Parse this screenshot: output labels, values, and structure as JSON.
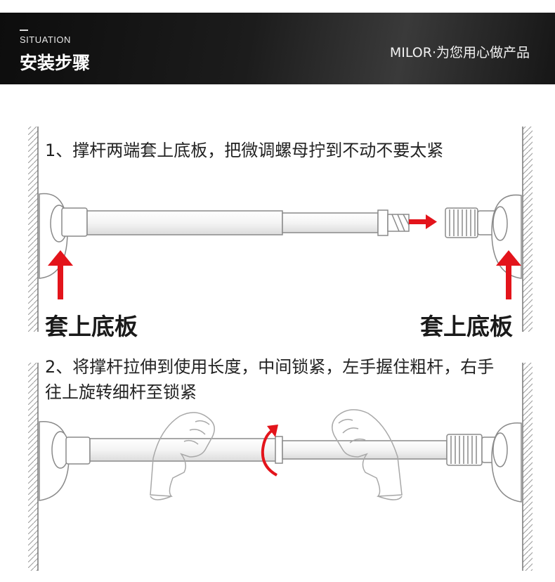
{
  "header": {
    "situation": "SITUATION",
    "title": "安装步骤",
    "brand": "MILOR·为您用心做产品"
  },
  "steps": [
    {
      "text": "1、撑杆两端套上底板，把微调螺母拧到不动不要太紧"
    },
    {
      "text": "2、将撑杆拉伸到使用长度，中间锁紧，左手握住粗杆，右手往上旋转细杆至锁紧"
    }
  ],
  "labels": {
    "left_plate": "套上底板",
    "right_plate": "套上底板"
  },
  "colors": {
    "arrow": "#e3141b",
    "header_bg": "#1a1a1a",
    "line": "#8a8a8a"
  },
  "icons": [
    "hatch-wall",
    "suction-plate",
    "tension-rod",
    "lock-nut",
    "up-arrow",
    "right-arrow",
    "rotate-arrow",
    "hand-outline"
  ]
}
